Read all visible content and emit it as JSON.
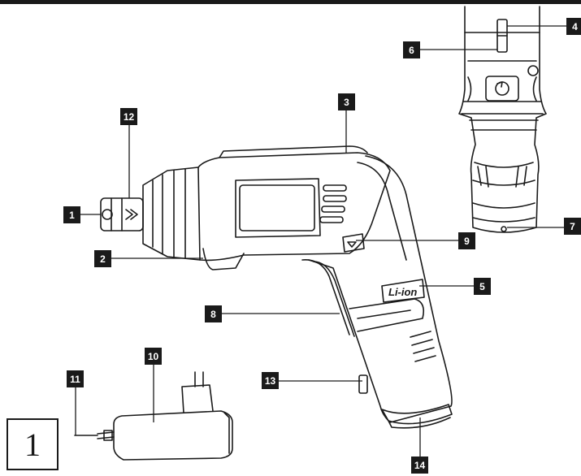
{
  "figure": {
    "number": "1"
  },
  "product": {
    "battery_label": "Li-ion"
  },
  "callouts": {
    "c1": "1",
    "c2": "2",
    "c3": "3",
    "c4": "4",
    "c5": "5",
    "c6": "6",
    "c7": "7",
    "c8": "8",
    "c9": "9",
    "c10": "10",
    "c11": "11",
    "c12": "12",
    "c13": "13",
    "c14": "14"
  },
  "colors": {
    "ink": "#1a1a1a",
    "paper": "#ffffff"
  }
}
